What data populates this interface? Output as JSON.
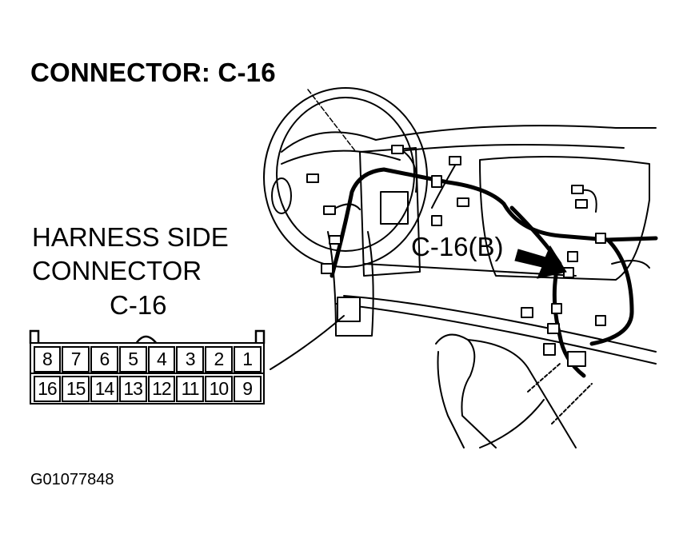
{
  "title": "CONNECTOR: C-16",
  "harness_label": {
    "line1": "HARNESS SIDE",
    "line2": "CONNECTOR",
    "line3": "C-16"
  },
  "callout_label": "C-16(B)",
  "figure_id": "G01077848",
  "connector_pins": {
    "top_row": [
      "8",
      "7",
      "6",
      "5",
      "4",
      "3",
      "2",
      "1"
    ],
    "bottom_row": [
      "16",
      "15",
      "14",
      "13",
      "12",
      "11",
      "10",
      "9"
    ]
  },
  "colors": {
    "ink": "#000000",
    "paper": "#ffffff"
  }
}
